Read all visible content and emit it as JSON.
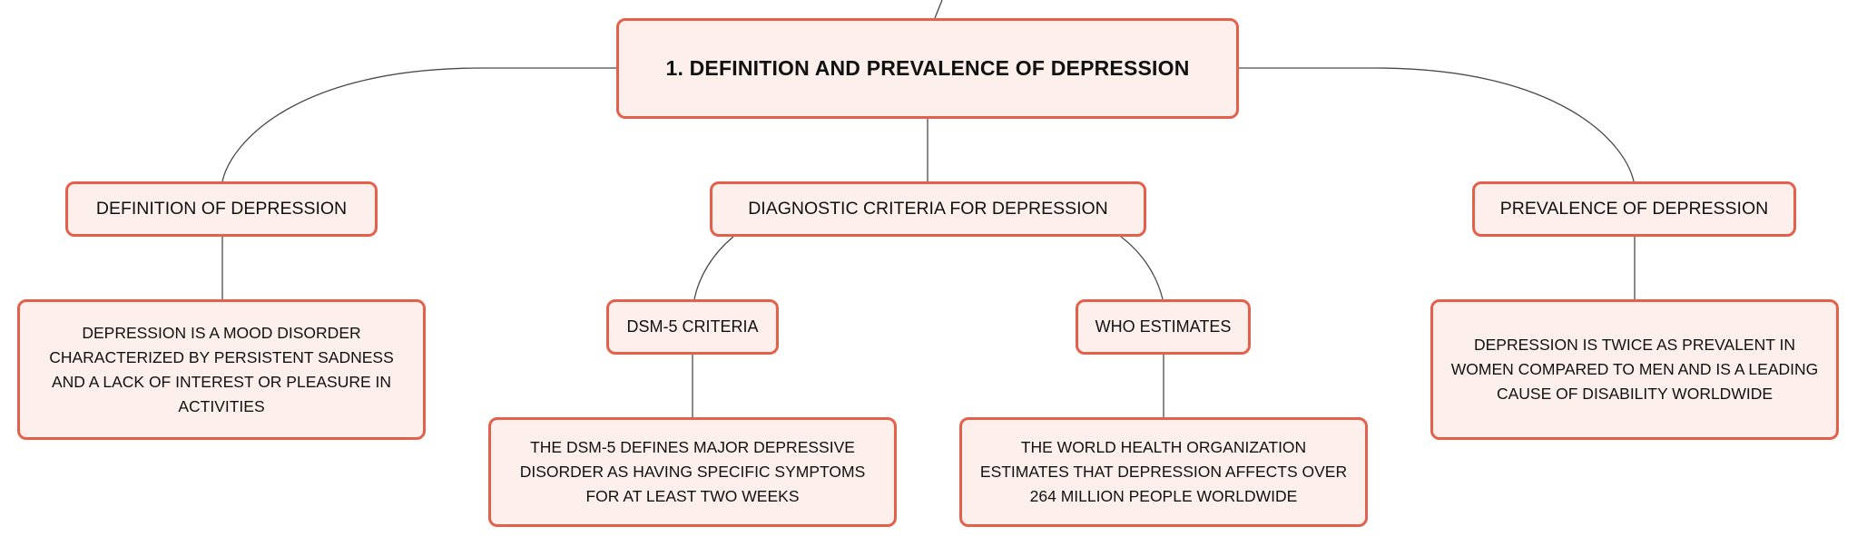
{
  "diagram": {
    "root": {
      "label": "1. DEFINITION AND PREVALENCE OF DEPRESSION"
    },
    "topics": {
      "definition": {
        "label": "DEFINITION OF DEPRESSION",
        "detail": "DEPRESSION IS A MOOD DISORDER CHARACTERIZED BY PERSISTENT SADNESS AND A LACK OF INTEREST OR PLEASURE IN ACTIVITIES"
      },
      "diagnostic": {
        "label": "DIAGNOSTIC CRITERIA FOR DEPRESSION",
        "children": {
          "dsm5": {
            "label": "DSM-5 CRITERIA",
            "detail": "THE DSM-5 DEFINES MAJOR DEPRESSIVE DISORDER AS HAVING SPECIFIC SYMPTOMS FOR AT LEAST TWO WEEKS"
          },
          "who": {
            "label": "WHO ESTIMATES",
            "detail": "THE WORLD HEALTH ORGANIZATION ESTIMATES THAT DEPRESSION AFFECTS OVER 264 MILLION PEOPLE WORLDWIDE"
          }
        }
      },
      "prevalence": {
        "label": "PREVALENCE OF DEPRESSION",
        "detail": "DEPRESSION IS TWICE AS PREVALENT IN WOMEN COMPARED TO MEN AND IS A LEADING CAUSE OF DISABILITY WORLDWIDE"
      }
    },
    "colors": {
      "node_fill": "#fdf0ec",
      "node_border": "#e4604a",
      "connector": "#4a4a4a",
      "text": "#111111"
    }
  }
}
